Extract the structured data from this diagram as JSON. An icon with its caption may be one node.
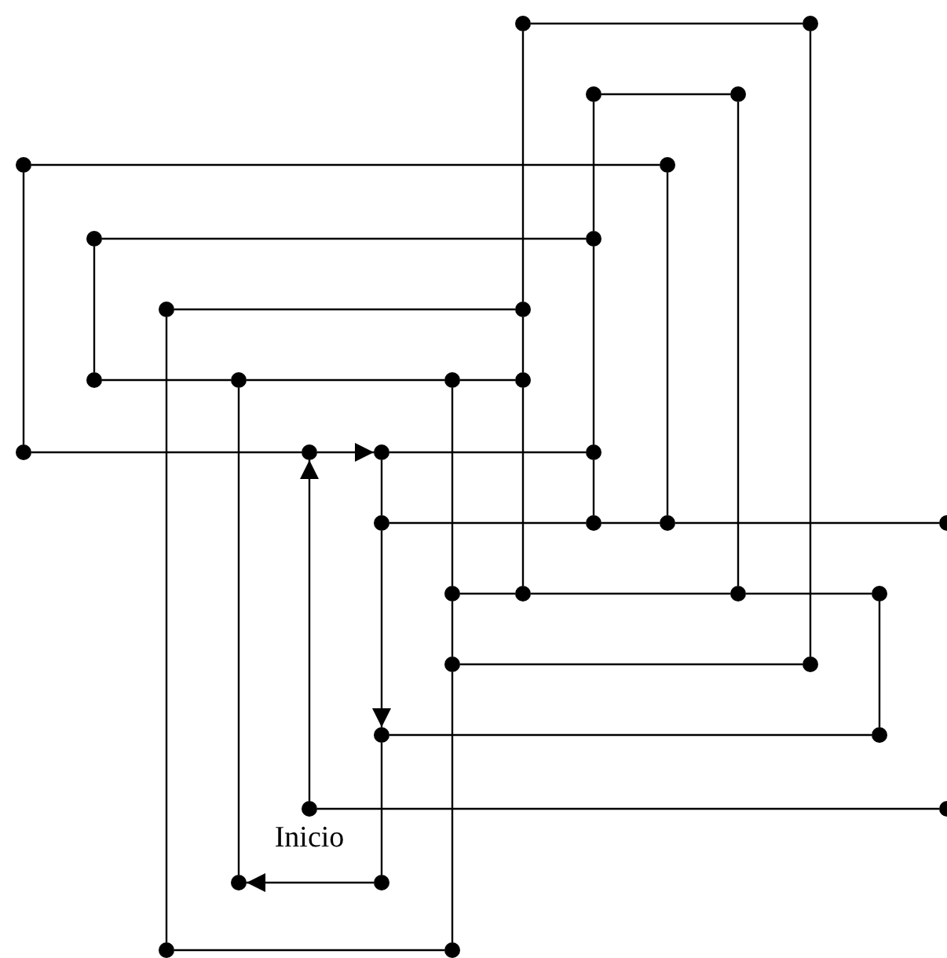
{
  "diagram": {
    "nodes": [
      {
        "text": [],
        "shape": "circle"
      },
      {
        "text": [],
        "shape": "circle"
      },
      {
        "text": [],
        "shape": "circle"
      },
      {
        "text": [],
        "shape": "circle"
      },
      {
        "text": [],
        "shape": "circle"
      },
      {
        "text": [],
        "shape": "circle"
      },
      {
        "text": [],
        "shape": "circle"
      },
      {
        "text": [],
        "shape": "circle"
      },
      {
        "text": [],
        "shape": "circle"
      },
      {
        "text": [],
        "shape": "circle"
      },
      {
        "text": [],
        "shape": "circle"
      },
      {
        "text": [],
        "shape": "circle"
      },
      {
        "text": [],
        "shape": "circle"
      },
      {
        "text": [],
        "shape": "circle"
      },
      {
        "text": [],
        "shape": "circle"
      },
      {
        "text": [],
        "shape": "circle"
      },
      {
        "text": [],
        "shape": "circle"
      },
      {
        "text": [],
        "shape": "circle"
      },
      {
        "text": [],
        "shape": "circle"
      },
      {
        "text": [],
        "shape": "circle"
      },
      {
        "text": [],
        "shape": "circle"
      },
      {
        "text": [],
        "shape": "circle"
      },
      {
        "text": [],
        "shape": "circle"
      },
      {
        "text": [],
        "shape": "circle"
      },
      {
        "text": [],
        "shape": "circle"
      },
      {
        "text": [],
        "shape": "circle"
      },
      {
        "text": [],
        "shape": "circle"
      },
      {
        "text": [],
        "shape": "circle"
      },
      {
        "text": [],
        "shape": "circle"
      },
      {
        "text": [],
        "shape": "circle"
      },
      {
        "text": [],
        "shape": "circle",
        "beside": [
          "Inicio"
        ]
      },
      {
        "text": [],
        "shape": "circle"
      },
      {
        "text": [],
        "shape": "circle"
      },
      {
        "text": [],
        "shape": "circle"
      },
      {
        "text": [],
        "shape": "circle"
      },
      {
        "text": [],
        "shape": "circle"
      }
    ],
    "edges": [
      {
        "from": 0,
        "to": 1,
        "arrow": "none"
      },
      {
        "from": 2,
        "to": 3,
        "arrow": "none"
      },
      {
        "from": 4,
        "to": 5,
        "arrow": "none"
      },
      {
        "from": 6,
        "to": 7,
        "arrow": "none"
      },
      {
        "from": 8,
        "to": 9,
        "arrow": "none"
      },
      {
        "from": 10,
        "to": 11,
        "arrow": "none"
      },
      {
        "from": 11,
        "to": 12,
        "arrow": "none"
      },
      {
        "from": 12,
        "to": 13,
        "arrow": "none"
      },
      {
        "from": 14,
        "to": 15,
        "arrow": "none"
      },
      {
        "from": 15,
        "to": 16,
        "arrow": "to"
      },
      {
        "from": 16,
        "to": 17,
        "arrow": "none"
      },
      {
        "from": 18,
        "to": 19,
        "arrow": "none"
      },
      {
        "from": 19,
        "to": 20,
        "arrow": "none"
      },
      {
        "from": 20,
        "to": 21,
        "arrow": "none"
      },
      {
        "from": 22,
        "to": 23,
        "arrow": "none"
      },
      {
        "from": 23,
        "to": 24,
        "arrow": "none"
      },
      {
        "from": 24,
        "to": 25,
        "arrow": "none"
      },
      {
        "from": 26,
        "to": 27,
        "arrow": "none"
      },
      {
        "from": 28,
        "to": 29,
        "arrow": "none"
      },
      {
        "from": 30,
        "to": 31,
        "arrow": "none"
      },
      {
        "from": 33,
        "to": 32,
        "arrow": "to"
      },
      {
        "from": 34,
        "to": 35,
        "arrow": "none"
      },
      {
        "from": 0,
        "to": 9,
        "arrow": "none"
      },
      {
        "from": 9,
        "to": 13,
        "arrow": "none"
      },
      {
        "from": 13,
        "to": 23,
        "arrow": "none"
      },
      {
        "from": 1,
        "to": 27,
        "arrow": "none"
      },
      {
        "from": 2,
        "to": 7,
        "arrow": "none"
      },
      {
        "from": 7,
        "to": 17,
        "arrow": "none"
      },
      {
        "from": 17,
        "to": 19,
        "arrow": "none"
      },
      {
        "from": 3,
        "to": 24,
        "arrow": "none"
      },
      {
        "from": 4,
        "to": 14,
        "arrow": "none"
      },
      {
        "from": 5,
        "to": 20,
        "arrow": "none"
      },
      {
        "from": 6,
        "to": 10,
        "arrow": "none"
      },
      {
        "from": 8,
        "to": 34,
        "arrow": "none"
      },
      {
        "from": 11,
        "to": 32,
        "arrow": "none"
      },
      {
        "from": 12,
        "to": 22,
        "arrow": "none"
      },
      {
        "from": 22,
        "to": 26,
        "arrow": "none"
      },
      {
        "from": 26,
        "to": 35,
        "arrow": "none"
      },
      {
        "from": 30,
        "to": 15,
        "arrow": "to"
      },
      {
        "from": 16,
        "to": 18,
        "arrow": "none"
      },
      {
        "from": 18,
        "to": 28,
        "arrow": "to"
      },
      {
        "from": 28,
        "to": 33,
        "arrow": "none"
      },
      {
        "from": 25,
        "to": 29,
        "arrow": "none"
      }
    ]
  }
}
